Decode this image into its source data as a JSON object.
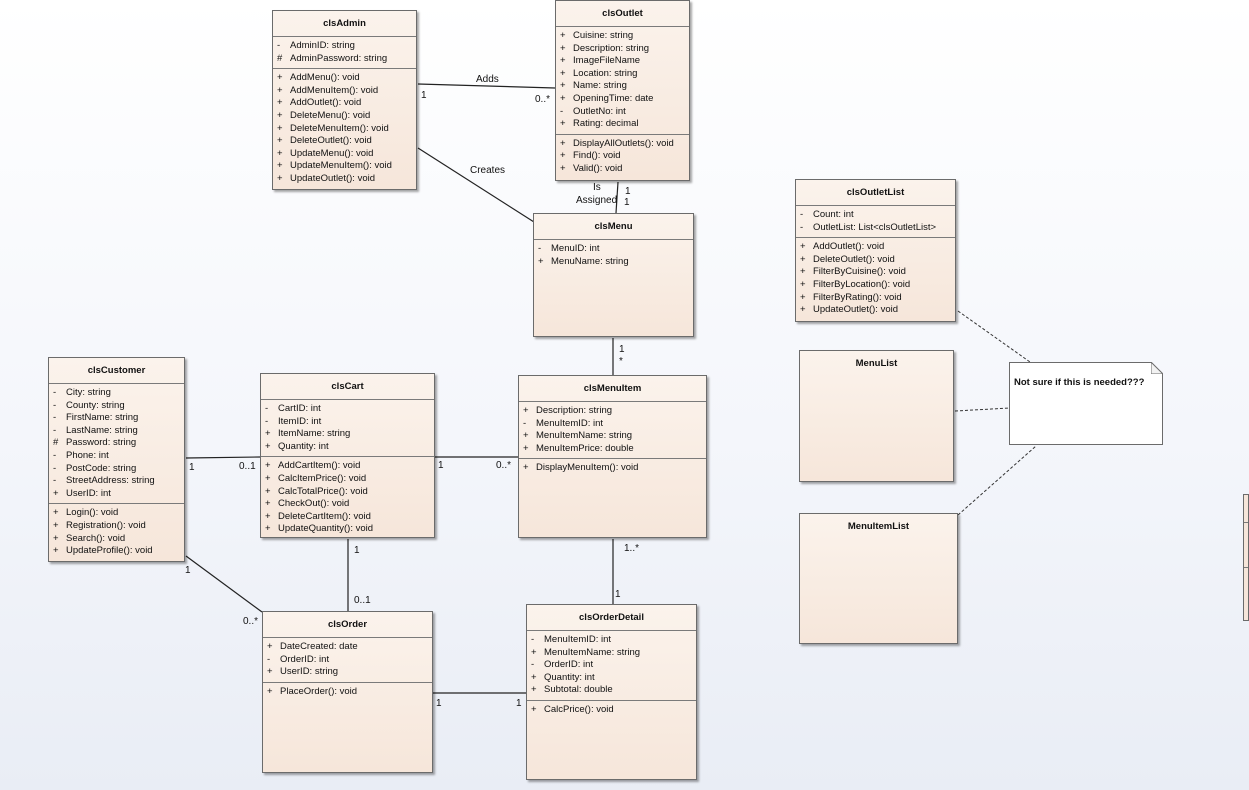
{
  "classes": {
    "admin": {
      "name": "clsAdmin",
      "attributes": [
        {
          "vis": "-",
          "text": "AdminID: string"
        },
        {
          "vis": "#",
          "text": "AdminPassword: string"
        }
      ],
      "methods": [
        {
          "vis": "+",
          "text": "AddMenu(): void"
        },
        {
          "vis": "+",
          "text": "AddMenuItem(): void"
        },
        {
          "vis": "+",
          "text": "AddOutlet(): void"
        },
        {
          "vis": "+",
          "text": "DeleteMenu(): void"
        },
        {
          "vis": "+",
          "text": "DeleteMenuItem(): void"
        },
        {
          "vis": "+",
          "text": "DeleteOutlet(): void"
        },
        {
          "vis": "+",
          "text": "UpdateMenu(): void"
        },
        {
          "vis": "+",
          "text": "UpdateMenuItem(): void"
        },
        {
          "vis": "+",
          "text": "UpdateOutlet(): void"
        }
      ]
    },
    "outlet": {
      "name": "clsOutlet",
      "attributes": [
        {
          "vis": "+",
          "text": "Cuisine: string"
        },
        {
          "vis": "+",
          "text": "Description: string"
        },
        {
          "vis": "+",
          "text": "ImageFileName"
        },
        {
          "vis": "+",
          "text": "Location: string"
        },
        {
          "vis": "+",
          "text": "Name: string"
        },
        {
          "vis": "+",
          "text": "OpeningTime: date"
        },
        {
          "vis": "-",
          "text": "OutletNo: int"
        },
        {
          "vis": "+",
          "text": "Rating: decimal"
        }
      ],
      "methods": [
        {
          "vis": "+",
          "text": "DisplayAllOutlets(): void"
        },
        {
          "vis": "+",
          "text": "Find(): void"
        },
        {
          "vis": "+",
          "text": "Valid(): void"
        }
      ]
    },
    "menu": {
      "name": "clsMenu",
      "attributes": [
        {
          "vis": "-",
          "text": "MenuID: int"
        },
        {
          "vis": "+",
          "text": "MenuName: string"
        }
      ],
      "methods": []
    },
    "outletlist": {
      "name": "clsOutletList",
      "attributes": [
        {
          "vis": "-",
          "text": "Count: int"
        },
        {
          "vis": "-",
          "text": "OutletList: List<clsOutletList>"
        }
      ],
      "methods": [
        {
          "vis": "+",
          "text": "AddOutlet(): void"
        },
        {
          "vis": "+",
          "text": "DeleteOutlet(): void"
        },
        {
          "vis": "+",
          "text": "FilterByCuisine(): void"
        },
        {
          "vis": "+",
          "text": "FilterByLocation(): void"
        },
        {
          "vis": "+",
          "text": "FilterByRating(): void"
        },
        {
          "vis": "+",
          "text": "UpdateOutlet(): void"
        }
      ]
    },
    "customer": {
      "name": "clsCustomer",
      "attributes": [
        {
          "vis": "-",
          "text": "City: string"
        },
        {
          "vis": "-",
          "text": "County: string"
        },
        {
          "vis": "-",
          "text": "FirstName: string"
        },
        {
          "vis": "-",
          "text": "LastName: string"
        },
        {
          "vis": "#",
          "text": "Password: string"
        },
        {
          "vis": "-",
          "text": "Phone: int"
        },
        {
          "vis": "-",
          "text": "PostCode: string"
        },
        {
          "vis": "-",
          "text": "StreetAddress: string"
        },
        {
          "vis": "+",
          "text": "UserID: int"
        }
      ],
      "methods": [
        {
          "vis": "+",
          "text": "Login(): void"
        },
        {
          "vis": "+",
          "text": "Registration(): void"
        },
        {
          "vis": "+",
          "text": "Search(): void"
        },
        {
          "vis": "+",
          "text": "UpdateProfile(): void"
        }
      ]
    },
    "cart": {
      "name": "clsCart",
      "attributes": [
        {
          "vis": "-",
          "text": "CartID: int"
        },
        {
          "vis": "-",
          "text": "ItemID: int"
        },
        {
          "vis": "+",
          "text": "ItemName: string"
        },
        {
          "vis": "+",
          "text": "Quantity: int"
        }
      ],
      "methods": [
        {
          "vis": "+",
          "text": "AddCartItem(): void"
        },
        {
          "vis": "+",
          "text": "CalcItemPrice(): void"
        },
        {
          "vis": "+",
          "text": "CalcTotalPrice(): void"
        },
        {
          "vis": "+",
          "text": "CheckOut(): void"
        },
        {
          "vis": "+",
          "text": "DeleteCartItem(): void"
        },
        {
          "vis": "+",
          "text": "UpdateQuantity(): void"
        }
      ]
    },
    "menuitem": {
      "name": "clsMenuItem",
      "attributes": [
        {
          "vis": "+",
          "text": "Description: string"
        },
        {
          "vis": "-",
          "text": "MenuItemID: int"
        },
        {
          "vis": "+",
          "text": "MenuItemName: string"
        },
        {
          "vis": "+",
          "text": "MenuItemPrice: double"
        }
      ],
      "methods": [
        {
          "vis": "+",
          "text": "DisplayMenuItem(): void"
        }
      ]
    },
    "order": {
      "name": "clsOrder",
      "attributes": [
        {
          "vis": "+",
          "text": "DateCreated: date"
        },
        {
          "vis": "-",
          "text": "OrderID: int"
        },
        {
          "vis": "+",
          "text": "UserID: string"
        }
      ],
      "methods": [
        {
          "vis": "+",
          "text": "PlaceOrder(): void"
        }
      ]
    },
    "orderdetail": {
      "name": "clsOrderDetail",
      "attributes": [
        {
          "vis": "-",
          "text": "MenuItemID: int"
        },
        {
          "vis": "+",
          "text": "MenuItemName: string"
        },
        {
          "vis": "-",
          "text": "OrderID: int"
        },
        {
          "vis": "+",
          "text": "Quantity: int"
        },
        {
          "vis": "+",
          "text": "Subtotal: double"
        }
      ],
      "methods": [
        {
          "vis": "+",
          "text": "CalcPrice(): void"
        }
      ]
    },
    "menulist": {
      "name": "MenuList",
      "attributes": [],
      "methods": []
    },
    "menuitemlist": {
      "name": "MenuItemList",
      "attributes": [],
      "methods": []
    }
  },
  "note": {
    "text": "Not sure if this is needed???"
  },
  "associations": {
    "adds": {
      "label": "Adds",
      "src_mult": "1",
      "dst_mult": "0..*"
    },
    "creates": {
      "label": "Creates"
    },
    "assigned": {
      "label_line1": "Is",
      "label_line2": "Assigned",
      "src_mult": "1",
      "dst_mult": "1"
    },
    "menu_menuitem": {
      "src_mult": "1",
      "dst_mult": "*"
    },
    "customer_cart": {
      "src_mult": "1",
      "dst_mult": "0..1"
    },
    "cart_menuitem": {
      "src_mult": "1",
      "dst_mult": "0..*"
    },
    "customer_order": {
      "src_mult": "1",
      "dst_mult": "0..*"
    },
    "cart_order": {
      "src_mult": "1",
      "dst_mult": "0..1"
    },
    "menuitem_orderdetail": {
      "src_mult": "1..*",
      "dst_mult": "1"
    },
    "order_orderdetail": {
      "src_mult": "1",
      "dst_mult": "1"
    }
  }
}
